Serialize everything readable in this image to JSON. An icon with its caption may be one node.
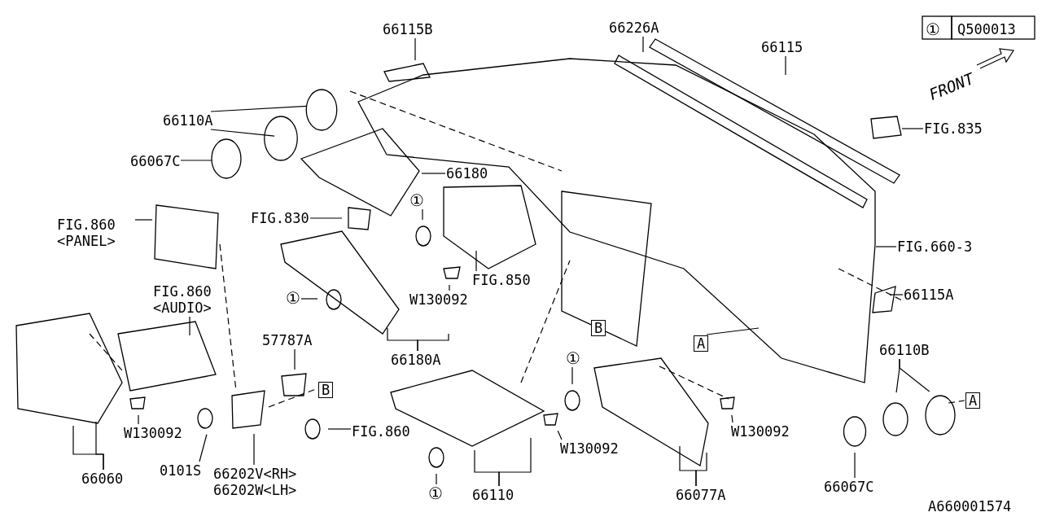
{
  "diagram": {
    "nodes": [
      {
        "text": [
          "66115B"
        ]
      },
      {
        "text": [
          "66226A"
        ]
      },
      {
        "text": [
          "66115"
        ]
      },
      {
        "text": [
          "66110A"
        ]
      },
      {
        "text": [
          "66067C"
        ]
      },
      {
        "text": [
          "66180"
        ]
      },
      {
        "text": [
          "FIG.835"
        ]
      },
      {
        "text": [
          "FIG.860 <PANEL>"
        ]
      },
      {
        "text": [
          "FIG.830"
        ]
      },
      {
        "text": [
          "①"
        ]
      },
      {
        "text": [
          "FIG.660-3"
        ]
      },
      {
        "text": [
          "FIG.860 <AUDIO>"
        ]
      },
      {
        "text": [
          "①"
        ]
      },
      {
        "text": [
          "FIG.850"
        ]
      },
      {
        "text": [
          "W130092"
        ]
      },
      {
        "text": [
          "66115A"
        ]
      },
      {
        "text": [
          "66180A"
        ]
      },
      {
        "text": [
          "B"
        ]
      },
      {
        "text": [
          "A"
        ]
      },
      {
        "text": [
          "57787A"
        ]
      },
      {
        "text": [
          "B"
        ]
      },
      {
        "text": [
          "①"
        ]
      },
      {
        "text": [
          "66110B"
        ]
      },
      {
        "text": [
          "A"
        ]
      },
      {
        "text": [
          "W130092"
        ]
      },
      {
        "text": [
          "FIG.860"
        ]
      },
      {
        "text": [
          "W130092"
        ]
      },
      {
        "text": [
          "W130092"
        ]
      },
      {
        "text": [
          "0101S"
        ]
      },
      {
        "text": [
          "66202V<RH> 66202W<LH>"
        ]
      },
      {
        "text": [
          "66060"
        ]
      },
      {
        "text": [
          "①"
        ]
      },
      {
        "text": [
          "66110"
        ]
      },
      {
        "text": [
          "66077A"
        ]
      },
      {
        "text": [
          "66067C"
        ]
      }
    ],
    "edges": [
      {
        "from": 0,
        "to": null,
        "arrow": "none"
      },
      {
        "from": 1,
        "to": null,
        "arrow": "none"
      },
      {
        "from": 2,
        "to": null,
        "arrow": "none"
      },
      {
        "from": 3,
        "to": null,
        "arrow": "none"
      },
      {
        "from": 3,
        "to": null,
        "arrow": "none"
      },
      {
        "from": 4,
        "to": null,
        "arrow": "none"
      },
      {
        "from": 5,
        "to": null,
        "arrow": "none"
      },
      {
        "from": 6,
        "to": null,
        "arrow": "none"
      },
      {
        "from": 7,
        "to": null,
        "arrow": "none"
      },
      {
        "from": 8,
        "to": null,
        "arrow": "none"
      },
      {
        "from": 9,
        "to": null,
        "arrow": "none"
      },
      {
        "from": 10,
        "to": null,
        "arrow": "none"
      },
      {
        "from": 11,
        "to": null,
        "arrow": "none"
      },
      {
        "from": 12,
        "to": null,
        "arrow": "none"
      },
      {
        "from": 13,
        "to": null,
        "arrow": "none"
      },
      {
        "from": 14,
        "to": null,
        "arrow": "none"
      },
      {
        "from": 15,
        "to": null,
        "arrow": "none"
      },
      {
        "from": 16,
        "to": null,
        "arrow": "none"
      },
      {
        "from": 16,
        "to": null,
        "arrow": "none"
      },
      {
        "from": 18,
        "to": null,
        "arrow": "none"
      },
      {
        "from": 19,
        "to": null,
        "arrow": "none"
      },
      {
        "from": 21,
        "to": null,
        "arrow": "none"
      },
      {
        "from": 22,
        "to": null,
        "arrow": "none"
      },
      {
        "from": 22,
        "to": null,
        "arrow": "none"
      },
      {
        "from": 24,
        "to": null,
        "arrow": "none"
      },
      {
        "from": 25,
        "to": null,
        "arrow": "none"
      },
      {
        "from": 26,
        "to": null,
        "arrow": "none"
      },
      {
        "from": 27,
        "to": null,
        "arrow": "none"
      },
      {
        "from": 28,
        "to": null,
        "arrow": "none"
      },
      {
        "from": 29,
        "to": null,
        "arrow": "none"
      },
      {
        "from": 30,
        "to": null,
        "arrow": "none"
      },
      {
        "from": 30,
        "to": null,
        "arrow": "none"
      },
      {
        "from": 31,
        "to": null,
        "arrow": "none"
      },
      {
        "from": 32,
        "to": null,
        "arrow": "none"
      },
      {
        "from": 32,
        "to": null,
        "arrow": "none"
      },
      {
        "from": 33,
        "to": null,
        "arrow": "none"
      },
      {
        "from": 33,
        "to": null,
        "arrow": "none"
      },
      {
        "from": 34,
        "to": null,
        "arrow": "none"
      }
    ],
    "labels": [
      "①",
      "Q500013",
      "FRONT",
      "A660001574"
    ]
  }
}
